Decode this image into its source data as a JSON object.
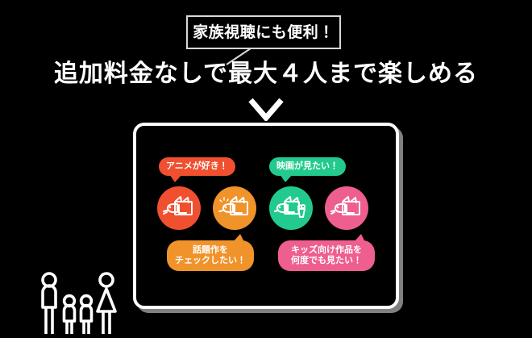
{
  "page": {
    "background_color": "#000000",
    "language": "ja"
  },
  "callout": {
    "text": "家族視聴にも便利！",
    "border_color": "#d8d8d4",
    "text_color": "#ffffff"
  },
  "headline": {
    "text": "追加料金なしで最大４人まで楽しめる",
    "color": "#ffffff"
  },
  "chevron": {
    "name": "chevron-down",
    "color": "#ffffff"
  },
  "device": {
    "frame_color": "#ffffff",
    "shadow_color": "#969696",
    "screen_color": "#000000"
  },
  "bubbles": [
    {
      "id": "anime",
      "lines": [
        "アニメが好き！"
      ],
      "color": "#f0502f",
      "text_color": "#ffffff",
      "tail": "bottom-left"
    },
    {
      "id": "movie",
      "lines": [
        "映画が見たい！"
      ],
      "color": "#22cb8d",
      "text_color": "#ffffff",
      "tail": "bottom-left"
    },
    {
      "id": "trending",
      "lines": [
        "話題作を",
        "チェックしたい！"
      ],
      "color": "#f0932b",
      "text_color": "#ffffff",
      "tail": "top-right"
    },
    {
      "id": "kids",
      "lines": [
        "キッズ向け作品を",
        "何度でも見たい！"
      ],
      "color": "#ee5e8f",
      "text_color": "#ffffff",
      "tail": "top-right"
    }
  ],
  "avatars": [
    {
      "id": "profile-1",
      "color": "#f0502f",
      "icon": "cat-tv-icon"
    },
    {
      "id": "profile-2",
      "color": "#f0932b",
      "icon": "cat-tv-sparkle-icon"
    },
    {
      "id": "profile-3",
      "color": "#22cb8d",
      "icon": "cat-tv-popcorn-icon"
    },
    {
      "id": "profile-4",
      "color": "#ee5e8f",
      "icon": "cat-tv-icon"
    }
  ],
  "family": {
    "icon": "family-group-icon",
    "color": "#ffffff",
    "members": [
      "adult-male",
      "child-1",
      "child-2",
      "adult-female"
    ]
  }
}
